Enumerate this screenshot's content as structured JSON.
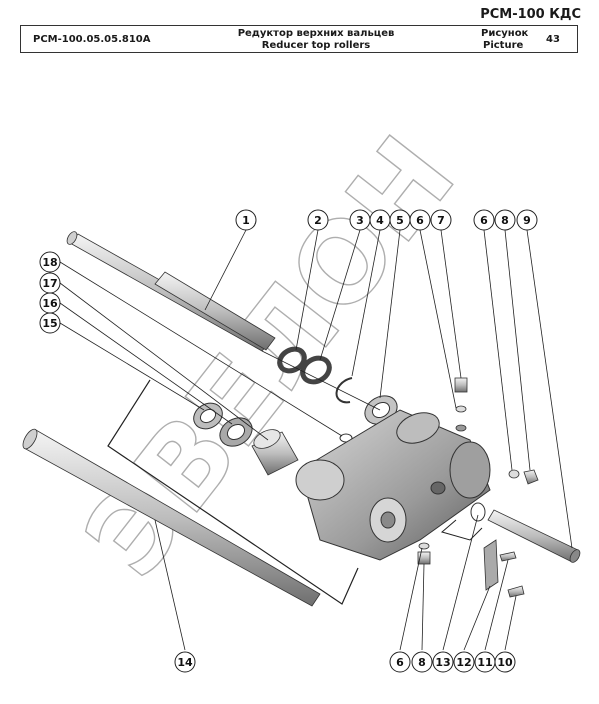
{
  "header": {
    "doc_code": "РСМ-100 КДС",
    "drawing_number": "РСМ-100.05.05.810А",
    "title_ru": "Редуктор верхних вальцев",
    "title_en": "Reducer top rollers",
    "figure_label_ru": "Рисунок",
    "figure_label_en": "Picture",
    "figure_number": "43"
  },
  "watermark": "ЭВЕЛОН",
  "callouts": {
    "c1": "1",
    "c2": "2",
    "c3": "3",
    "c4": "4",
    "c5": "5",
    "c6a": "6",
    "c7": "7",
    "c6b": "6",
    "c8a": "8",
    "c9": "9",
    "c18": "18",
    "c17": "17",
    "c16": "16",
    "c15": "15",
    "c14": "14",
    "c6c": "6",
    "c8b": "8",
    "c12": "12",
    "c13": "13",
    "c11": "11",
    "c10": "10"
  }
}
